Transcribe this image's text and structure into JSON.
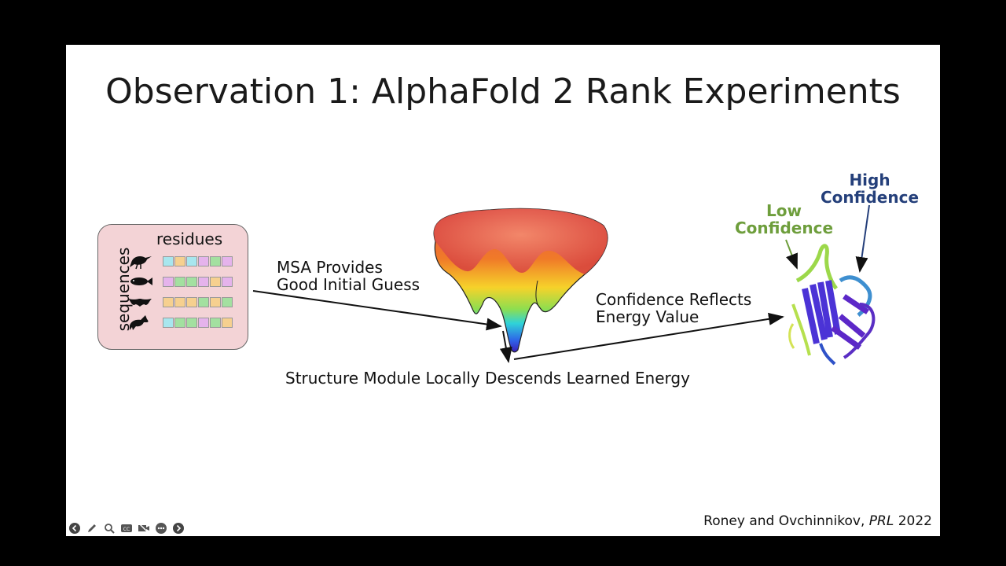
{
  "slide": {
    "title": "Observation 1: AlphaFold 2 Rank Experiments",
    "msa": {
      "residues_label": "residues",
      "sequences_label": "sequences",
      "rows": [
        {
          "animal": "bird-icon",
          "cells": [
            "#a8e6ee",
            "#f6d08f",
            "#a8e6ee",
            "#e5b3ec",
            "#a3e0a0",
            "#e5b3ec"
          ]
        },
        {
          "animal": "fish-icon",
          "cells": [
            "#e5b3ec",
            "#a3e0a0",
            "#a3e0a0",
            "#e5b3ec",
            "#f6d08f",
            "#e5b3ec"
          ]
        },
        {
          "animal": "bat-icon",
          "cells": [
            "#f6d08f",
            "#f6d08f",
            "#f6d08f",
            "#a3e0a0",
            "#f6d08f",
            "#a3e0a0"
          ]
        },
        {
          "animal": "horse-icon",
          "cells": [
            "#a8e6ee",
            "#a3e0a0",
            "#a3e0a0",
            "#e5b3ec",
            "#a3e0a0",
            "#f6d08f"
          ]
        }
      ]
    },
    "arrow_labels": {
      "msa_line1": "MSA Provides",
      "msa_line2": "Good Initial Guess",
      "structure": "Structure Module Locally Descends Learned Energy",
      "conf_line1": "Confidence Reflects",
      "conf_line2": "Energy Value"
    },
    "confidence": {
      "low_line1": "Low",
      "low_line2": "Confidence",
      "high_line1": "High",
      "high_line2": "Confidence",
      "low_color": "#6e9e3c",
      "high_color": "#243f7a"
    },
    "citation": {
      "authors": "Roney and Ovchinnikov, ",
      "journal": "PRL",
      "year": " 2022"
    }
  },
  "controls": [
    "prev-icon",
    "pen-icon",
    "zoom-icon",
    "captions-icon",
    "camera-off-icon",
    "more-icon",
    "next-icon"
  ]
}
